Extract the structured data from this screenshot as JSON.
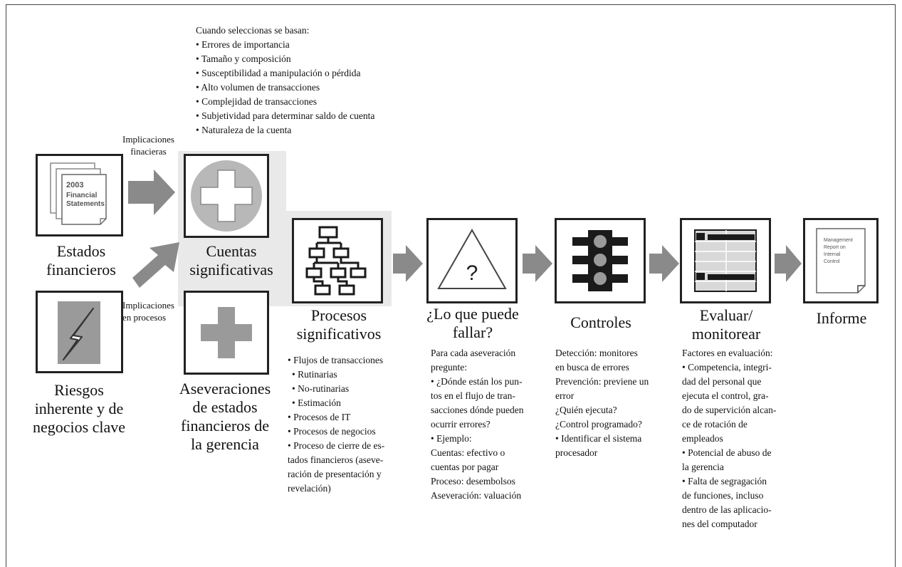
{
  "criteria": {
    "title": "Cuando seleccionas se basan:",
    "items": [
      "• Errores de importancia",
      "• Tamaño y composición",
      "• Susceptibilidad a manipulación o pérdida",
      "• Alto volumen de transacciones",
      "• Complejidad de transacciones",
      "• Subjetividad para determinar saldo de cuenta",
      "• Naturaleza de la cuenta"
    ]
  },
  "arrow_labels": {
    "financial": [
      "Implicaciones",
      "finacieras"
    ],
    "process": [
      "Implicaciones",
      "en procesos"
    ]
  },
  "icons": {
    "statements_doc": [
      "2003",
      "Financial",
      "Statements"
    ],
    "report_doc": [
      "Management",
      "Report on",
      "Internal",
      "Control"
    ],
    "question_mark": "?"
  },
  "nodes": {
    "estados": "Estados\nfinancieros",
    "riesgos": "Riesgos\ninherente y de\nnegocios clave",
    "cuentas": "Cuentas\nsignificativas",
    "aseveraciones": "Aseveraciones\nde estados\nfinancieros de\nla gerencia",
    "procesos": "Procesos\nsignificativos",
    "fallar": "¿Lo que puede\nfallar?",
    "controles": "Controles",
    "evaluar": "Evaluar/\nmonitorear",
    "informe": "Informe"
  },
  "details": {
    "procesos": [
      {
        "t": "• Flujos de transacciones",
        "sub": false
      },
      {
        "t": "• Rutinarias",
        "sub": true
      },
      {
        "t": "• No-rutinarias",
        "sub": true
      },
      {
        "t": "• Estimación",
        "sub": true
      },
      {
        "t": "• Procesos de IT",
        "sub": false
      },
      {
        "t": "• Procesos de negocios",
        "sub": false
      },
      {
        "t": "• Proceso de cierre de es-",
        "sub": false
      },
      {
        "t": "tados financieros (asеve-",
        "sub": false
      },
      {
        "t": "ración de presentación y",
        "sub": false
      },
      {
        "t": "revelación)",
        "sub": false
      }
    ],
    "fallar": [
      "Para cada aseveración",
      "pregunte:",
      "• ¿Dónde están los pun-",
      "tos en el flujo de tran-",
      "sacciones dónde pueden",
      "ocurrir errores?",
      "• Ejemplo:",
      "Cuentas: efectivo o",
      "cuentas por pagar",
      "Proceso: desembolsos",
      "Aseveración: valuación"
    ],
    "controles": [
      "Detección: monitores",
      "en busca de errores",
      "Prevención: previene un",
      "error",
      "¿Quién ejecuta?",
      "¿Control programado?",
      "• Identificar el sistema",
      "procesador"
    ],
    "evaluar": [
      "Factores en evaluación:",
      "• Competencia, integri-",
      "dad del personal que",
      "ejecuta el control, gra-",
      "do de supervición alcan-",
      "ce de rotación de",
      "empleados",
      "• Potencial de abuso de",
      "la gerencia",
      "• Falta de segragación",
      "de funciones, incluso",
      "dentro de las aplicacio-",
      "nes del computador"
    ]
  },
  "colors": {
    "arrow": "#8a8a8a",
    "shade": "#e9e9e9",
    "border": "#222222",
    "icon_dark": "#1a1a1a",
    "icon_grey": "#9a9a9a"
  }
}
